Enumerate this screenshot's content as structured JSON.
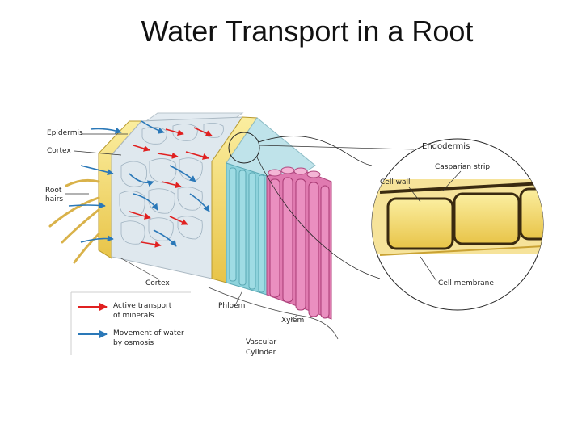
{
  "title": "Water Transport in a Root",
  "labels": {
    "epidermis": "Epidermis",
    "cortex_top": "Cortex",
    "root_hairs_line1": "Root",
    "root_hairs_line2": "hairs",
    "endodermis": "Endodermis",
    "casparian_strip": "Casparian strip",
    "cell_wall": "Cell wall",
    "cortex_bottom": "Cortex",
    "cell_membrane": "Cell membrane",
    "phloem": "Phloem",
    "xylem": "Xylem",
    "vascular_line1": "Vascular",
    "vascular_line2": "Cylinder"
  },
  "legend": [
    {
      "label_line1": "Active transport",
      "label_line2": "of minerals",
      "color": "#e02020"
    },
    {
      "label_line1": "Movement of water",
      "label_line2": "by osmosis",
      "color": "#2a78b8"
    }
  ],
  "colors": {
    "epidermis": "#f2d66a",
    "cortex": "#dfe8ee",
    "endodermis": "#e8c64a",
    "phloem": "#8ed3dc",
    "xylem": "#e07ab0",
    "red_arrow": "#e02020",
    "blue_arrow": "#2a78b8"
  }
}
